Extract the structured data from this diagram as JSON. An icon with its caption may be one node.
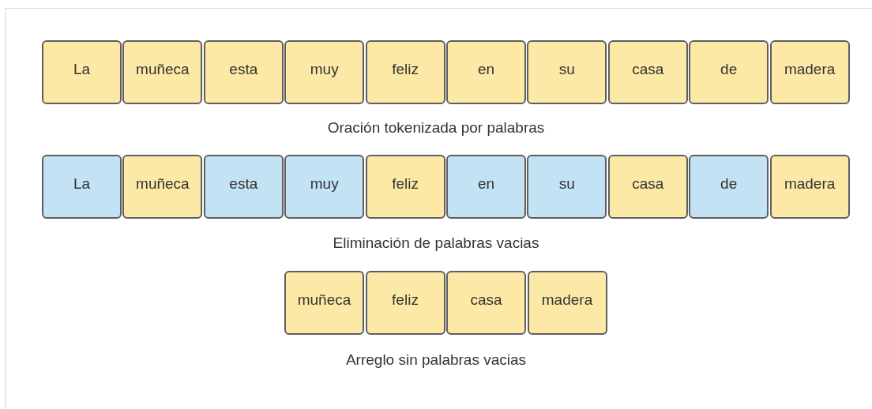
{
  "diagram": {
    "nodes": [
      {
        "text": [
          "La"
        ]
      },
      {
        "text": [
          "muñeca"
        ]
      },
      {
        "text": [
          "esta"
        ]
      },
      {
        "text": [
          "muy"
        ]
      },
      {
        "text": [
          "feliz"
        ]
      },
      {
        "text": [
          "en"
        ]
      },
      {
        "text": [
          "su"
        ]
      },
      {
        "text": [
          "casa"
        ]
      },
      {
        "text": [
          "de"
        ]
      },
      {
        "text": [
          "madera"
        ]
      },
      {
        "text": [
          "La"
        ]
      },
      {
        "text": [
          "muñeca"
        ]
      },
      {
        "text": [
          "esta"
        ]
      },
      {
        "text": [
          "muy"
        ]
      },
      {
        "text": [
          "feliz"
        ]
      },
      {
        "text": [
          "en"
        ]
      },
      {
        "text": [
          "su"
        ]
      },
      {
        "text": [
          "casa"
        ]
      },
      {
        "text": [
          "de"
        ]
      },
      {
        "text": [
          "madera"
        ]
      },
      {
        "text": [
          "muñeca"
        ]
      },
      {
        "text": [
          "feliz"
        ]
      },
      {
        "text": [
          "casa"
        ]
      },
      {
        "text": [
          "madera"
        ]
      }
    ],
    "labels": [
      "Oración tokenizada por palabras",
      "Eliminación de palabras vacias",
      "Arreglo sin palabras vacias"
    ]
  }
}
